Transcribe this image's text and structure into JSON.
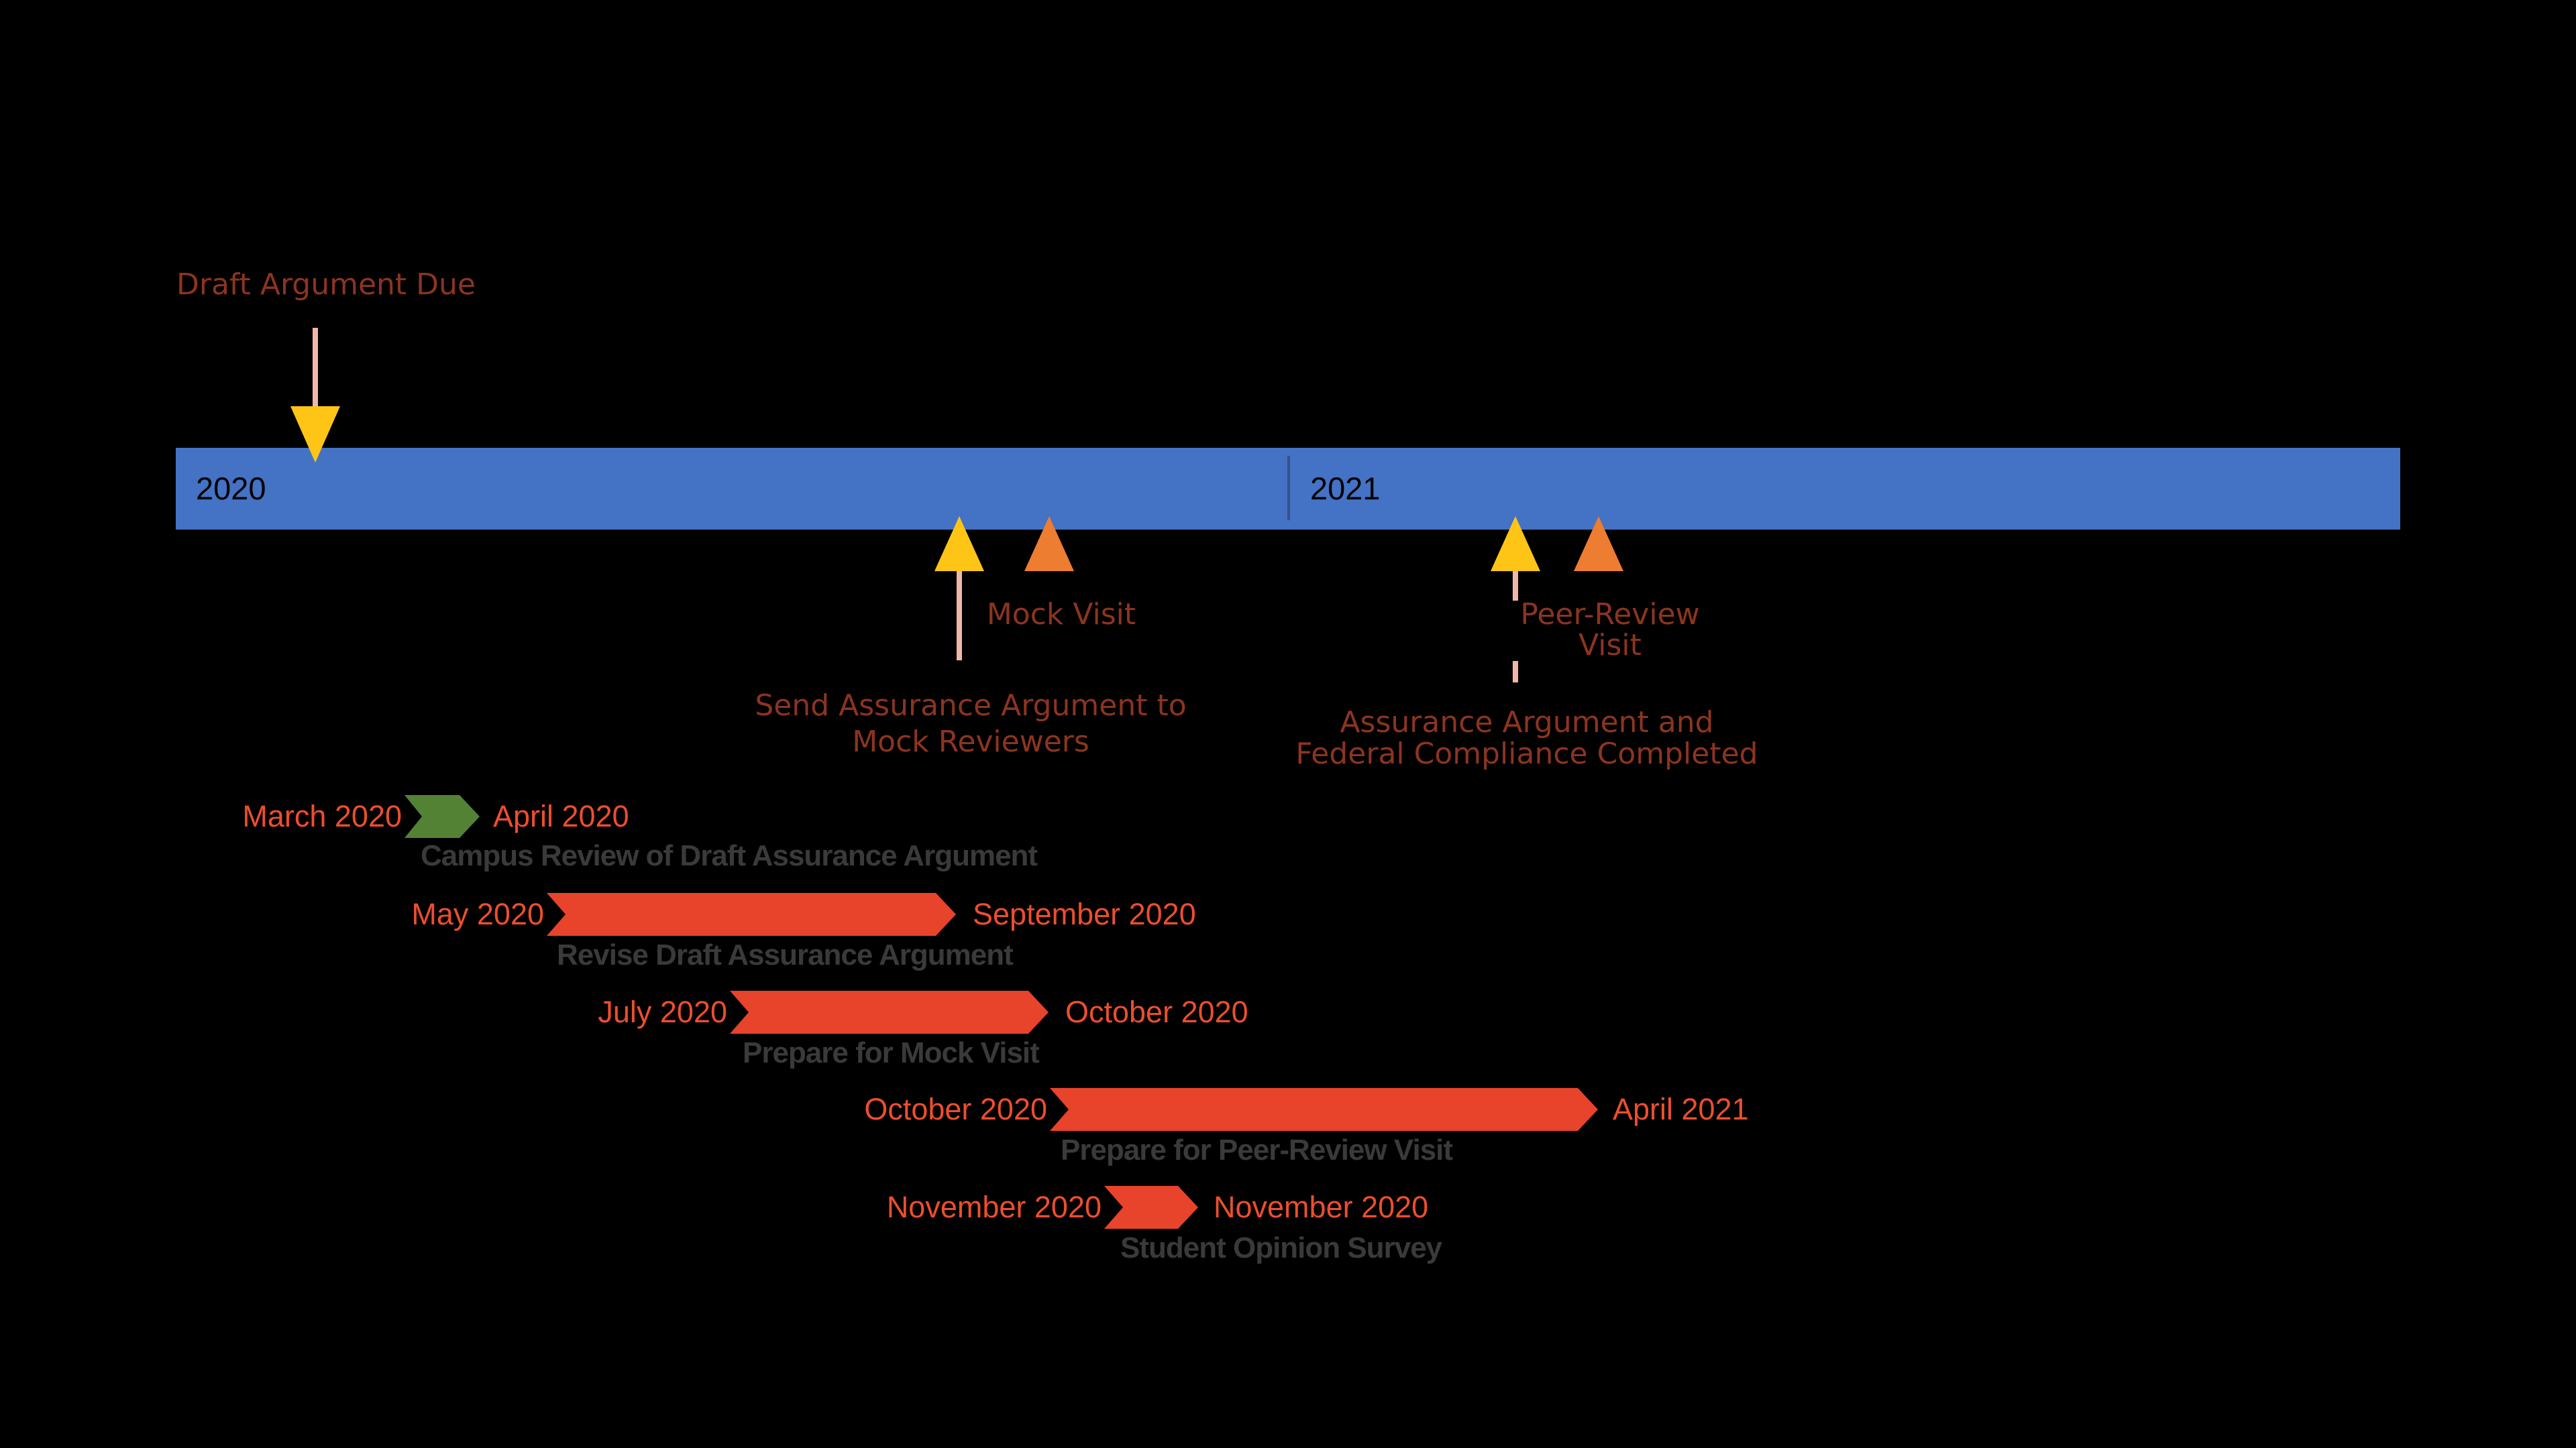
{
  "timeline": {
    "year_left": "2020",
    "year_right": "2021"
  },
  "milestones": {
    "draft_due": {
      "label": "Draft Argument Due"
    },
    "send_assurance": {
      "label": "Send Assurance Argument to Mock Reviewers"
    },
    "mock_visit": {
      "label": "Mock Visit"
    },
    "assurance_completed": {
      "label": "Assurance Argument and Federal Compliance Completed"
    },
    "peer_review_visit": {
      "label": "Peer-Review Visit"
    }
  },
  "tasks": [
    {
      "start_date": "March 2020",
      "end_date": "April 2020",
      "label": "Campus Review of Draft Assurance Argument"
    },
    {
      "start_date": "May 2020",
      "end_date": "September 2020",
      "label": "Revise Draft Assurance Argument"
    },
    {
      "start_date": "July 2020",
      "end_date": "October 2020",
      "label": "Prepare for Mock Visit"
    },
    {
      "start_date": "October 2020",
      "end_date": "April 2021",
      "label": "Prepare for Peer-Review Visit"
    },
    {
      "start_date": "November 2020",
      "end_date": "November 2020",
      "label": "Student Opinion Survey"
    }
  ],
  "colors": {
    "bg": "#000000",
    "timeline-blue": "#4472C4",
    "divider-blue": "#35518C",
    "year-text": "#000000",
    "milestone-yellow": "#FFC516",
    "milestone-orange": "#ED7D31",
    "stem-pink": "#F3B7A8",
    "milestone-text": "#8C3420",
    "task-red": "#E8432B",
    "task-green": "#548235",
    "date-text": "#ED4E2D",
    "task-label-text": "#3A3A3A"
  }
}
